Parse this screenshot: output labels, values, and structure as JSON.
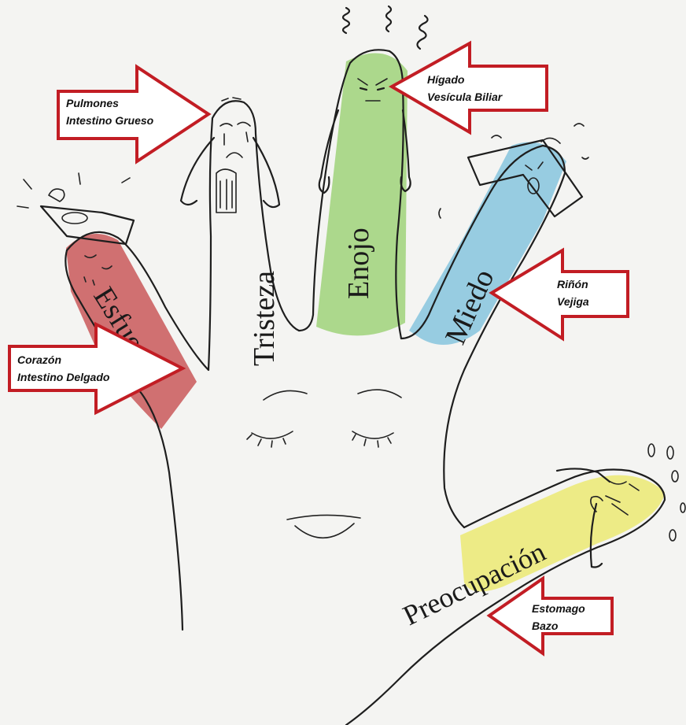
{
  "colors": {
    "background": "#f4f4f2",
    "ink": "#1e1e1e",
    "arrow_stroke": "#c21d24",
    "esfuerzo_finger": "#c9585a",
    "enojo_finger": "#9fd27a",
    "miedo_finger": "#86c4de",
    "preocupacion_finger": "#ecea7a"
  },
  "fingers": {
    "esfuerzo": "Esfuerzo",
    "tristeza": "Tristeza",
    "enojo": "Enojo",
    "miedo": "Miedo",
    "preocupacion": "Preocupación"
  },
  "organs": {
    "pulmones": {
      "line1": "Pulmones",
      "line2": "Intestino Grueso"
    },
    "higado": {
      "line1": "Hígado",
      "line2": "Vesícula Biliar"
    },
    "rinon": {
      "line1": "Riñón",
      "line2": "Vejiga"
    },
    "corazon": {
      "line1": "Corazón",
      "line2": "Intestino Delgado"
    },
    "estomago": {
      "line1": "Estomago",
      "line2": "Bazo"
    }
  }
}
